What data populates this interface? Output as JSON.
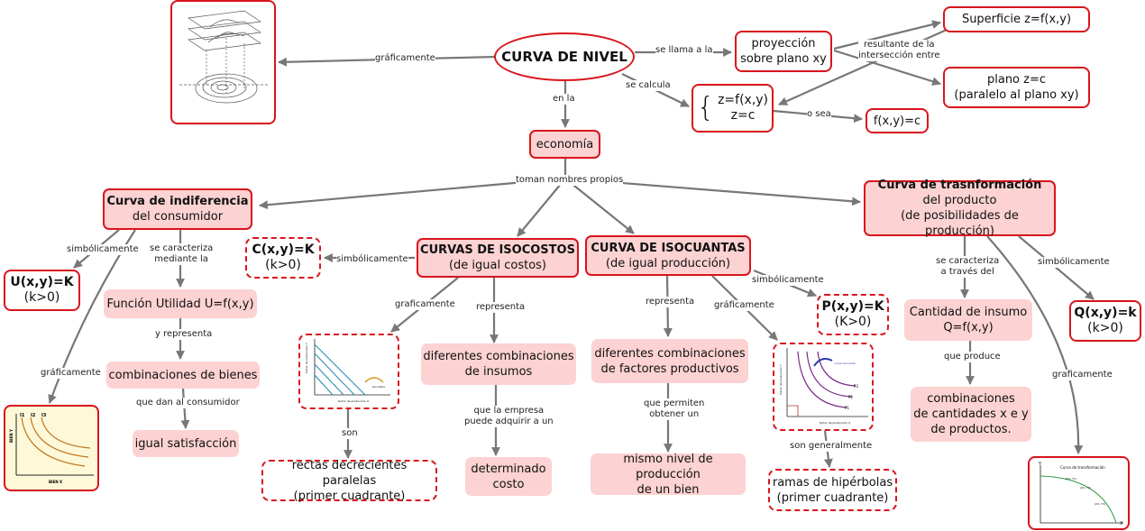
{
  "nodes": {
    "curva_nivel": "CURVA DE NIVEL",
    "proyeccion": [
      "proyección",
      "sobre plano xy"
    ],
    "superficie": "Superficie z=f(x,y)",
    "plano": [
      "plano z=c",
      "(paralelo al plano xy)"
    ],
    "sistema": [
      "z=f(x,y)",
      "z=c"
    ],
    "fxy_c": "f(x,y)=c",
    "economia": "economía",
    "indiferencia": [
      "Curva de indiferencia",
      "del consumidor"
    ],
    "isocostos": [
      "CURVAS DE ISOCOSTOS",
      "(de igual costos)"
    ],
    "isocuantas": [
      "CURVA DE ISOCUANTAS",
      "(de igual producción)"
    ],
    "transformacion": [
      "Curva de trasnformación",
      "del producto",
      "(de posibilidades de producción)"
    ],
    "u_xy": [
      "U(x,y)=K",
      "(k>0)"
    ],
    "c_xy": [
      "C(x,y)=K",
      "(k>0)"
    ],
    "p_xy": [
      "P(x,y)=K",
      "(K>0)"
    ],
    "q_xy": [
      "Q(x,y)=k",
      "(k>0)"
    ],
    "funcion_utilidad": "Función Utilidad U=f(x,y)",
    "combinaciones_bienes": "combinaciones de bienes",
    "igual_satisfaccion": "igual satisfacción",
    "diferentes_insumos": [
      "diferentes combinaciones",
      "de insumos"
    ],
    "determinado_costo": [
      "determinado",
      "costo"
    ],
    "rectas": [
      "rectas decrecientes paralelas",
      "(primer cuadrante)"
    ],
    "diferentes_factores": [
      "diferentes combinaciones",
      "de factores productivos"
    ],
    "mismo_nivel": [
      "mismo nivel de producción",
      "de un bien"
    ],
    "ramas": [
      "ramas de hipérbolas",
      "(primer cuadrante)"
    ],
    "cantidad_insumo": [
      "Cantidad de insumo",
      "Q=f(x,y)"
    ],
    "combinaciones_xy": [
      "combinaciones",
      "de cantidades x e y",
      "de productos."
    ]
  },
  "links": {
    "graficamente_top": "gráficamente",
    "se_llama": "se llama a la",
    "resultante": [
      "resultante de la",
      "intersección entre"
    ],
    "se_calcula": "se calcula",
    "o_sea": "o sea",
    "en_la": "en la",
    "toman": "toman nombres propios",
    "simb_ind": "simbólicamente",
    "caracteriza_ind": [
      "se caracteriza",
      "mediante la"
    ],
    "graf_ind": "gráficamente",
    "y_representa": "y representa",
    "que_dan": "que dan al consumidor",
    "simb_iso": "simbólicamente",
    "graf_iso": "graficamente",
    "representa_iso": "representa",
    "que_empresa": [
      "que la empresa",
      "puede adquirir a un"
    ],
    "son": "son",
    "representa_cua": "representa",
    "graf_cua": "gráficamente",
    "simb_cua": "simbólicamente",
    "permiten": [
      "que permiten",
      "obtener un"
    ],
    "son_generalmente": "son generalmente",
    "caracteriza_tr": [
      "se caracteriza",
      "a través del"
    ],
    "produce": "que produce",
    "simb_tr": "simbólicamente",
    "graf_tr": "graficamente"
  },
  "figures": {
    "isocostos": {
      "legend": "Isocostos",
      "ylabel": "factor de producción Y",
      "xlabel": "factor de producción X"
    },
    "isocuantas": {
      "legend": "curva isocuanta",
      "series": [
        "P3",
        "P2",
        "P1"
      ],
      "ylabel": "factor de producción Y",
      "xlabel": "factor de producción X"
    },
    "indiferencia": {
      "series": [
        "I1",
        "I2",
        "I3"
      ],
      "ylabel": "BIEN Y",
      "xlabel": "BIEN X"
    },
    "transformacion": {
      "title": "Curva de transformación",
      "points": [
        "(X1, Y1)",
        "(X2, Y2)",
        "(X3, Y3)"
      ],
      "ylabel": "Y",
      "xlabel": "X"
    }
  },
  "colors": {
    "border": "#d9141c",
    "fill": "#fcd2d2",
    "arrow": "#777777"
  }
}
